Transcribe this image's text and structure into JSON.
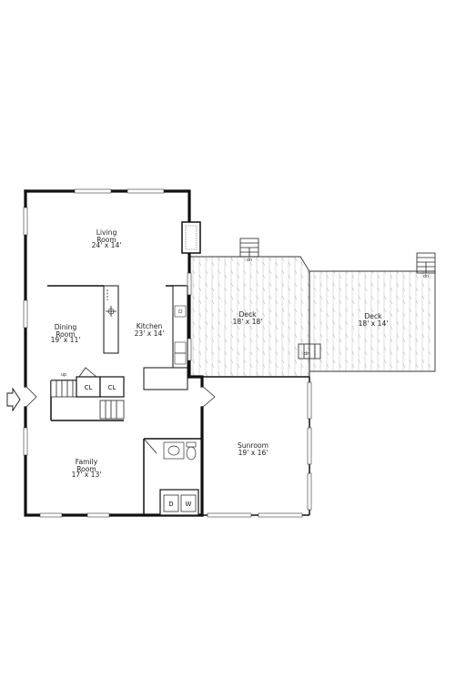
{
  "rooms": {
    "living": {
      "name": "Living\nRoom",
      "size": "24' x 14'"
    },
    "dining": {
      "name": "Dining\nRoom",
      "size": "19' x 11'"
    },
    "kitchen": {
      "name": "Kitchen",
      "size": "23' x 14'"
    },
    "deck1": {
      "name": "Deck",
      "size": "18' x 18'"
    },
    "deck2": {
      "name": "Deck",
      "size": "18' x 14'"
    },
    "family": {
      "name": "Family\nRoom",
      "size": "17' x 13'"
    },
    "sunroom": {
      "name": "Sunroom",
      "size": "19' x 16'"
    }
  },
  "closets": {
    "a": "CL",
    "b": "CL"
  },
  "laundry": {
    "dryer": "D",
    "washer": "W"
  },
  "stair_labels": {
    "up": "up",
    "dn1": "dn",
    "dn2": "dn",
    "dn3": "dn"
  }
}
